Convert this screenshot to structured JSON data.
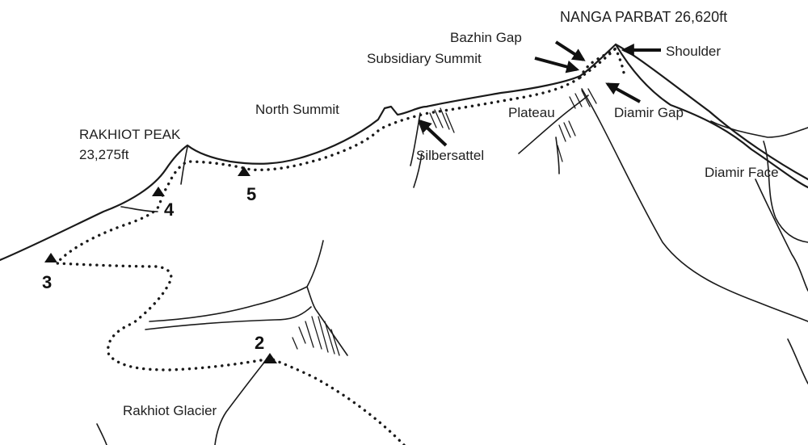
{
  "peaks": {
    "nanga_parbat": "NANGA PARBAT 26,620ft",
    "rakhiot_peak_name": "RAKHIOT PEAK",
    "rakhiot_peak_height": "23,275ft"
  },
  "features": {
    "bazhin_gap": "Bazhin Gap",
    "subsidiary_summit": "Subsidiary Summit",
    "shoulder": "Shoulder",
    "north_summit": "North Summit",
    "plateau": "Plateau",
    "diamir_gap": "Diamir Gap",
    "silbersattel": "Silbersattel",
    "diamir_face": "Diamir Face",
    "rakhiot_glacier": "Rakhiot Glacier"
  },
  "camps": [
    "2",
    "3",
    "4",
    "5"
  ],
  "colors": {
    "ink": "#1a1a1a",
    "background": "#ffffff"
  }
}
